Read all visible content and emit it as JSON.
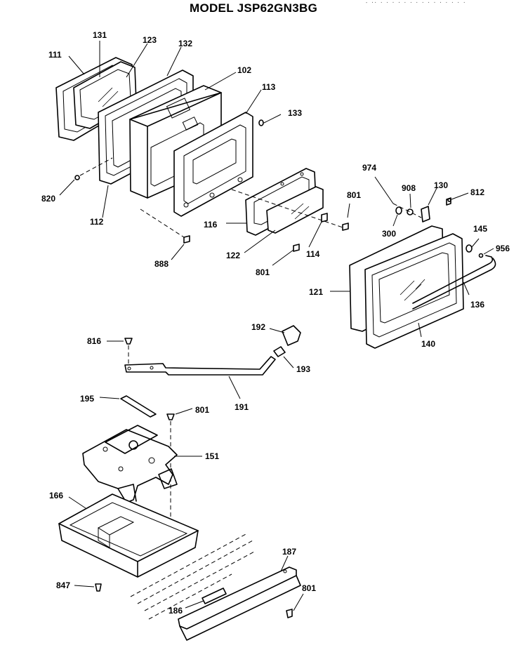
{
  "title": "MODEL JSP62GN3BG",
  "header_noise": "- ·· · · · · · · · ·  ·  · · · · · ·",
  "parts": {
    "p111": "111",
    "p131": "131",
    "p123": "123",
    "p132": "132",
    "p102": "102",
    "p113": "113",
    "p133": "133",
    "p820": "820",
    "p112": "112",
    "p888": "888",
    "p116": "116",
    "p122": "122",
    "p801a": "801",
    "p114": "114",
    "p801b": "801",
    "p974": "974",
    "p908": "908",
    "p130": "130",
    "p812": "812",
    "p300": "300",
    "p145": "145",
    "p956": "956",
    "p121": "121",
    "p136": "136",
    "p140": "140",
    "p816": "816",
    "p192": "192",
    "p193": "193",
    "p191": "191",
    "p195": "195",
    "p801c": "801",
    "p151": "151",
    "p166": "166",
    "p187": "187",
    "p847": "847",
    "p801d": "801",
    "p186": "186"
  }
}
